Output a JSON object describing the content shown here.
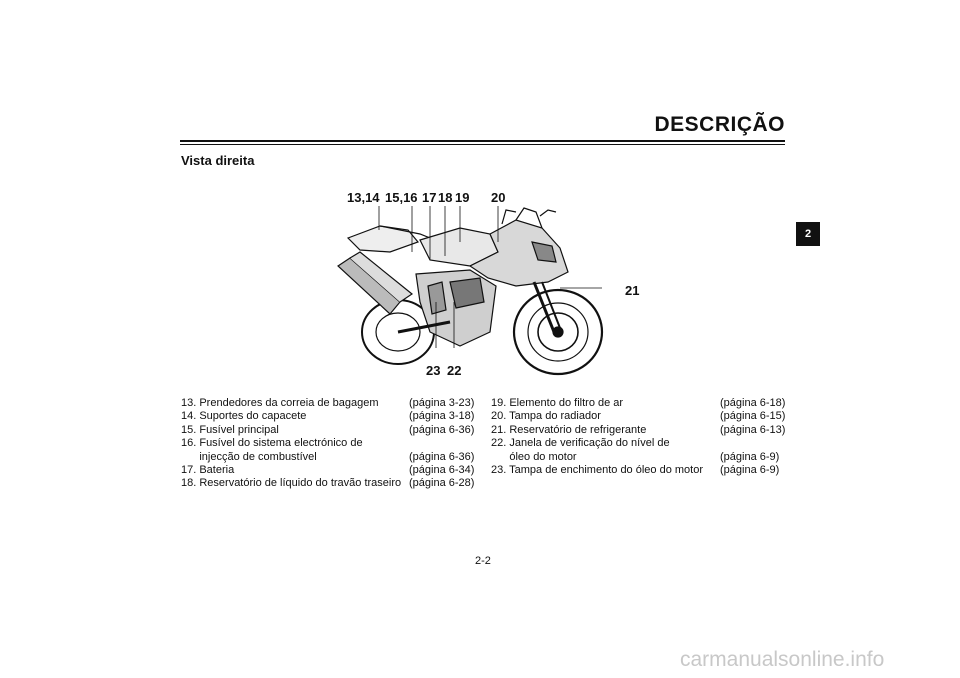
{
  "header": {
    "title": "DESCRIÇÃO"
  },
  "section": {
    "subtitle": "Vista direita"
  },
  "chapter_tab": "2",
  "callouts": [
    "13,14",
    "15,16",
    "17",
    "18",
    "19",
    "20",
    "21",
    "23",
    "22"
  ],
  "parts_left": [
    {
      "text": "13. Prendedores da correia de bagagem",
      "page": "(página 3-23)"
    },
    {
      "text": "14. Suportes do capacete",
      "page": "(página 3-18)"
    },
    {
      "text": "15. Fusível principal",
      "page": "(página 6-36)"
    },
    {
      "text": "16. Fusível do sistema electrónico de",
      "page": ""
    },
    {
      "text": "      injecção de combustível",
      "page": "(página 6-36)"
    },
    {
      "text": "17. Bateria",
      "page": "(página 6-34)"
    },
    {
      "text": "18. Reservatório de líquido do travão traseiro",
      "page": "(página 6-28)"
    }
  ],
  "parts_right": [
    {
      "text": "19. Elemento do filtro de ar",
      "page": "(página 6-18)"
    },
    {
      "text": "20. Tampa do radiador",
      "page": "(página 6-15)"
    },
    {
      "text": "21. Reservatório de refrigerante",
      "page": "(página 6-13)"
    },
    {
      "text": "22. Janela de verificação do nível de",
      "page": ""
    },
    {
      "text": "      óleo do motor",
      "page": "(página 6-9)"
    },
    {
      "text": "23. Tampa de enchimento do óleo do motor",
      "page": "(página 6-9)"
    }
  ],
  "page_number": "2-2",
  "watermark": "carmanualsonline.info"
}
